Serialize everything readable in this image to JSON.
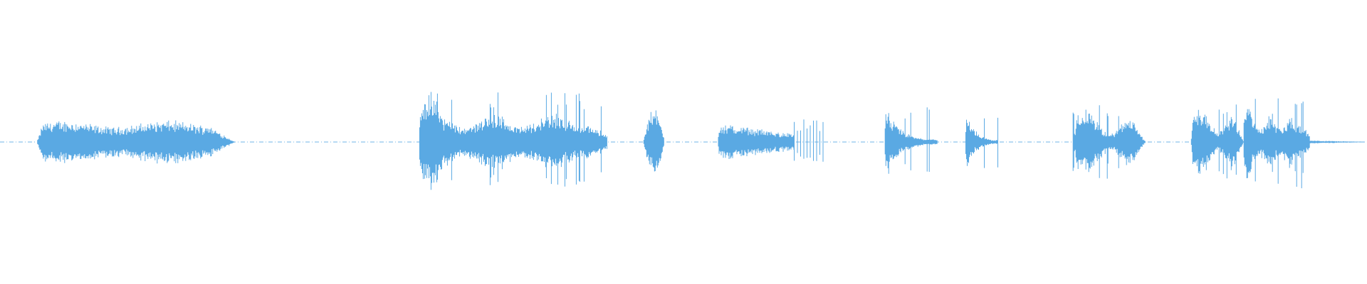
{
  "waveform": {
    "color": "#5aa9e3",
    "background": "#ffffff",
    "segments": [
      {
        "start": 0.027,
        "end": 0.172,
        "amp": 0.14,
        "shape": "plateau",
        "spiky": false
      },
      {
        "start": 0.307,
        "end": 0.444,
        "amp": 0.32,
        "shape": "burst-then-sustain",
        "spiky": true
      },
      {
        "start": 0.471,
        "end": 0.486,
        "amp": 0.22,
        "shape": "blob",
        "spiky": false
      },
      {
        "start": 0.525,
        "end": 0.581,
        "amp": 0.12,
        "shape": "decay",
        "spiky": false
      },
      {
        "start": 0.581,
        "end": 0.604,
        "amp": 0.14,
        "shape": "ticks",
        "spiky": true
      },
      {
        "start": 0.647,
        "end": 0.686,
        "amp": 0.22,
        "shape": "attack-decay",
        "spiky": true
      },
      {
        "start": 0.706,
        "end": 0.73,
        "amp": 0.2,
        "shape": "attack-decay",
        "spiky": true
      },
      {
        "start": 0.785,
        "end": 0.838,
        "amp": 0.24,
        "shape": "spiky-burst",
        "spiky": true
      },
      {
        "start": 0.871,
        "end": 0.91,
        "amp": 0.26,
        "shape": "spiky-burst",
        "spiky": true
      },
      {
        "start": 0.91,
        "end": 0.958,
        "amp": 0.3,
        "shape": "burst-then-sustain",
        "spiky": true
      },
      {
        "start": 0.958,
        "end": 0.998,
        "amp": 0.02,
        "shape": "tail",
        "spiky": false
      }
    ]
  }
}
